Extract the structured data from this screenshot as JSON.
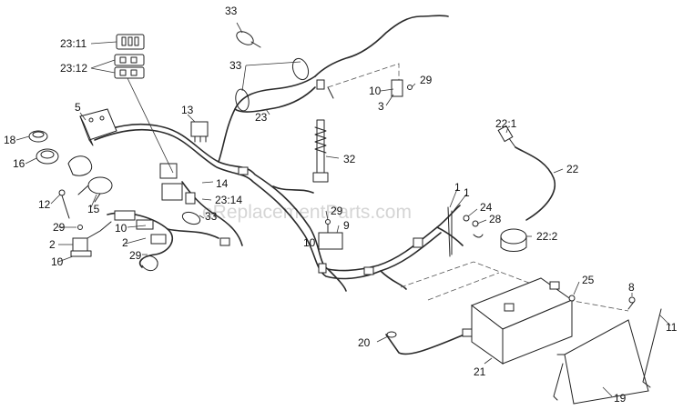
{
  "diagram": {
    "watermark": "eReplacementParts.com",
    "callouts": [
      "33",
      "23:11",
      "23:12",
      "5",
      "13",
      "18",
      "16",
      "12",
      "15",
      "29",
      "2",
      "10",
      "14",
      "23:14",
      "33",
      "10",
      "2",
      "29",
      "23",
      "33",
      "10",
      "3",
      "29",
      "32",
      "29",
      "9",
      "10",
      "1",
      "1",
      "24",
      "28",
      "22:1",
      "22",
      "22:2",
      "25",
      "8",
      "11",
      "20",
      "21",
      "19"
    ]
  }
}
